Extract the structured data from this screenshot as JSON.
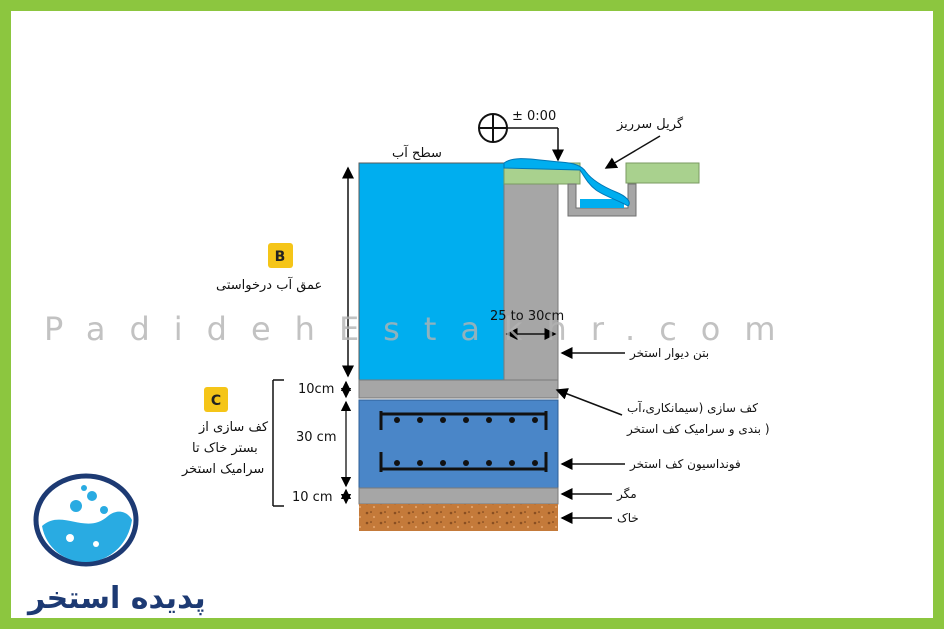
{
  "colors": {
    "border": "#8cc63f",
    "water": "#00aeef",
    "concrete": "#a6a6a6",
    "foundation": "#4a86c8",
    "coping": "#a9d18e",
    "soil": "#c47a3a",
    "badge": "#f5c518"
  },
  "labels": {
    "water_surface": "سطح آب",
    "level": "± 0:00",
    "overflow_grill": "گریل سرریز",
    "badge_b": "B",
    "water_depth": "عمق آب درخواستی",
    "wall_thickness": "25 to 30cm",
    "wall_concrete": "بتن دیوار استخر",
    "dim_10cm_top": "10cm",
    "dim_30cm": "30 cm",
    "dim_10cm_bottom": "10 cm",
    "badge_c": "C",
    "floor_build_1": "کف سازی از",
    "floor_build_2": "بستر خاک تا",
    "floor_build_3": "سرامیک استخر",
    "finish_1": "کف سازی (سیمانکاری،آب",
    "finish_2": "بندی و سرامیک کف استخر )",
    "floor_foundation": "فونداسیون کف استخر",
    "lean_concrete": "مگر",
    "soil": "خاک"
  },
  "watermark": "PadidehEstakhr.com",
  "logo": {
    "text": "پدیده استخر",
    "icon": "water-splash-icon"
  }
}
